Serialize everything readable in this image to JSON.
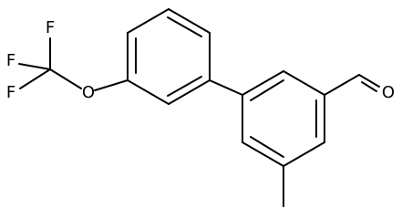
{
  "molecule": {
    "atoms": [
      {
        "id": "f1",
        "label": "F"
      },
      {
        "id": "f2",
        "label": "F"
      },
      {
        "id": "f3",
        "label": "F"
      },
      {
        "id": "o_ether",
        "label": "O"
      },
      {
        "id": "o_aldehyde",
        "label": "O"
      }
    ]
  }
}
